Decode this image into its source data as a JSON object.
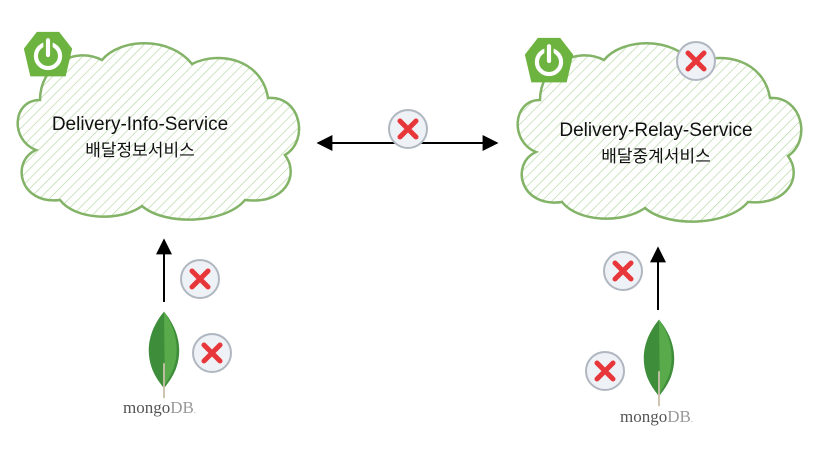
{
  "services": [
    {
      "id": "info",
      "title": "Delivery-Info-Service",
      "subtitle": "배달정보서비스"
    },
    {
      "id": "relay",
      "title": "Delivery-Relay-Service",
      "subtitle": "배달중계서비스"
    }
  ],
  "databases": [
    {
      "id": "db-info",
      "word": "mongo",
      "suffix": "DB",
      "mark": "."
    },
    {
      "id": "db-relay",
      "word": "mongo",
      "suffix": "DB",
      "mark": "."
    }
  ],
  "icons": {
    "service": "power-icon",
    "blocked": "red-x-icon",
    "database": "mongodb-leaf-icon"
  },
  "colors": {
    "cloud_stroke": "#82b366",
    "cloud_hatch": "#b9d8a6",
    "spring_green": "#6db33f",
    "cross_red": "#e8373b",
    "cross_badge_fill": "#eef1f5",
    "cross_badge_stroke": "#b0b7c0",
    "leaf_dark": "#3e8d3a",
    "leaf_light": "#58aa4a"
  }
}
